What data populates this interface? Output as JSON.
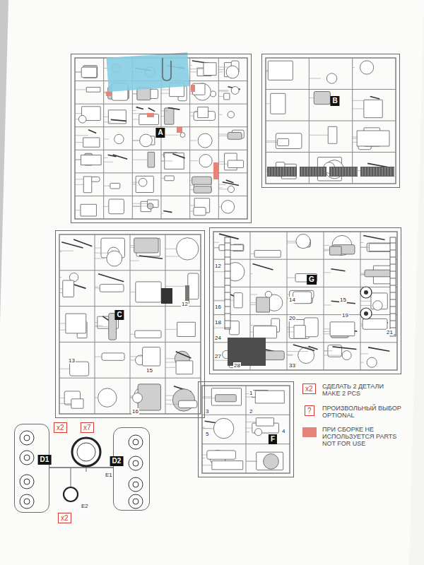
{
  "diagram": {
    "nodes": [
      {
        "text": [
          "A"
        ]
      },
      {
        "text": [
          "B"
        ]
      },
      {
        "text": [
          "C"
        ]
      },
      {
        "text": [
          "G"
        ]
      },
      {
        "text": [
          "F"
        ]
      },
      {
        "text": [
          "D1"
        ]
      },
      {
        "text": [
          "D2"
        ]
      }
    ],
    "labels": [
      "x2",
      "?",
      "x2",
      "x7",
      "E1",
      "E2",
      "x2",
      "12",
      "14",
      "15",
      "16",
      "18",
      "19",
      "20",
      "21",
      "24",
      "27",
      "28",
      "33",
      "13",
      "12",
      "15",
      "16",
      "1",
      "2",
      "3",
      "4",
      "5"
    ],
    "legend": [
      {
        "text": "СДЕЛАТЬ 2 ДЕТАЛИ MAKE 2 PCS"
      },
      {
        "text": "ПРОИЗВОЛЬНЫЙ ВЫБОР OPTIONAL"
      },
      {
        "text": "ПРИ СБОРКЕ НЕ ИСПОЛЬЗУЕТСЯ PARTS NOT FOR USE",
        "color": "#e8837b"
      }
    ]
  }
}
